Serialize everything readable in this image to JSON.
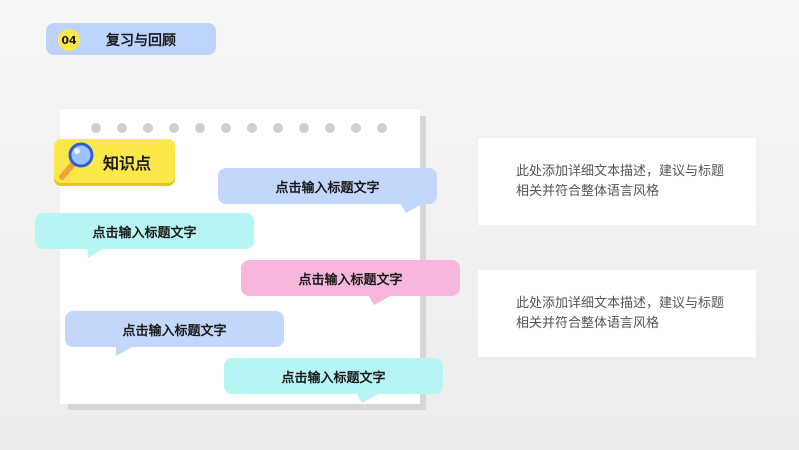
{
  "header": {
    "number": "04",
    "title": "复习与回顾"
  },
  "badge": {
    "label": "知识点"
  },
  "bubbles": [
    {
      "label": "点击输入标题文字",
      "color": "#c3d6fb"
    },
    {
      "label": "点击输入标题文字",
      "color": "#b6f5f4"
    },
    {
      "label": "点击输入标题文字",
      "color": "#f7b6dc"
    },
    {
      "label": "点击输入标题文字",
      "color": "#c3d6fb"
    },
    {
      "label": "点击输入标题文字",
      "color": "#b6f5f4"
    }
  ],
  "descriptions": [
    {
      "text": "此处添加详细文本描述，建议与标题相关并符合整体语言风格"
    },
    {
      "text": "此处添加详细文本描述，建议与标题相关并符合整体语言风格"
    }
  ],
  "colors": {
    "accent_yellow": "#fde84a",
    "header_blue": "#bdd3fb"
  },
  "icons": {
    "badge_icon": "magnifier-icon"
  }
}
